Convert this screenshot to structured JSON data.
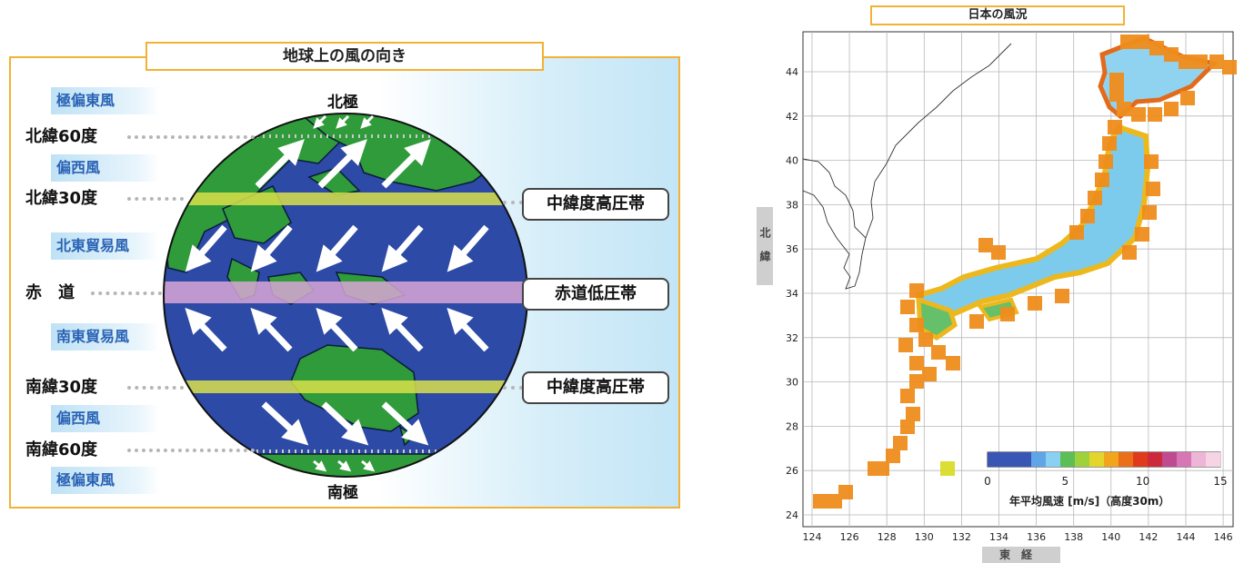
{
  "left": {
    "title": "地球上の風の向き",
    "north_pole": "北極",
    "south_pole": "南極",
    "wind_zones": [
      "極偏東風",
      "偏西風",
      "北東貿易風",
      "南東貿易風",
      "偏西風",
      "極偏東風"
    ],
    "latitudes": [
      "北緯60度",
      "北緯30度",
      "赤　道",
      "南緯30度",
      "南緯60度"
    ],
    "pressure_belts": [
      "中緯度高圧帯",
      "赤道低圧帯",
      "中緯度高圧帯"
    ],
    "colors": {
      "ocean": "#2c4aa6",
      "land": "#2f9b3a",
      "high_band": "#d9e04a",
      "low_band": "#d8a6d6",
      "frame": "#f2b233"
    }
  },
  "right": {
    "title": "日本の風況",
    "y_axis_label": "北緯",
    "x_axis_label": "東経",
    "y_ticks": [
      "44",
      "42",
      "40",
      "38",
      "36",
      "34",
      "32",
      "30",
      "28",
      "26",
      "24"
    ],
    "x_ticks": [
      "124",
      "126",
      "128",
      "130",
      "132",
      "134",
      "136",
      "138",
      "140",
      "142",
      "144",
      "146"
    ],
    "colorbar": {
      "ticks": [
        "0",
        "5",
        "10",
        "15"
      ],
      "label": "年平均風速 [m/s]（高度30m）",
      "colors": [
        "#3a56b4",
        "#3a56b4",
        "#3a56b4",
        "#5fa6e8",
        "#8ad0f2",
        "#5bbf55",
        "#9fd13c",
        "#e3d52c",
        "#f1a51d",
        "#ea6f18",
        "#e03a1d",
        "#cc2a3c",
        "#c04a8f",
        "#d676b5",
        "#eeb6d6",
        "#f7d3e6"
      ]
    }
  }
}
